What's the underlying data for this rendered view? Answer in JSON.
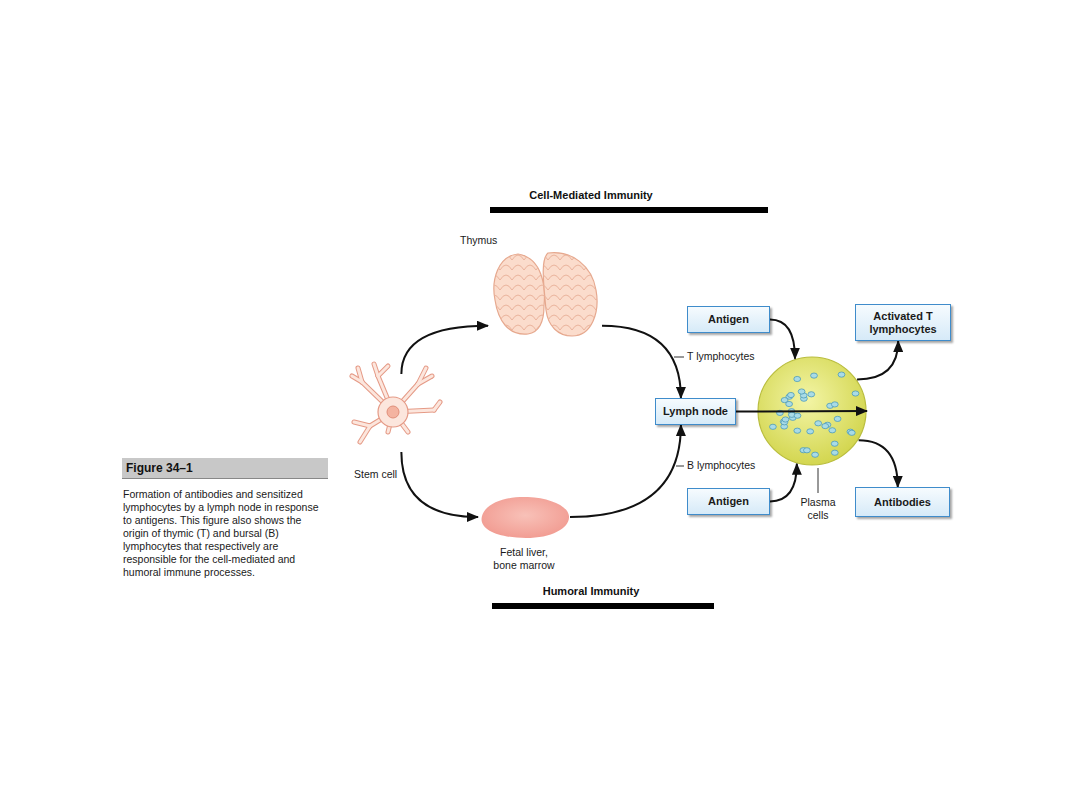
{
  "diagram": {
    "caption": "Formation of antibodies and sensitized lymphocytes by a lymph node in response to antigens. This figure also shows the origin of thymic (T) and bursal (B) lymphocytes that respectively are responsible for the cell-mediated and humoral immune processes.",
    "nodes": [
      {
        "text": [
          "Thymus"
        ]
      },
      {
        "text": [
          "Antigen"
        ]
      },
      {
        "text": [
          "Activated T lymphocytes"
        ]
      },
      {
        "text": [
          "Stem cell"
        ]
      },
      {
        "text": [
          "Lymph node"
        ]
      },
      {
        "text": [
          "Plasma cells"
        ]
      },
      {
        "text": [
          "Fetal liver, bone marrow"
        ]
      },
      {
        "text": [
          "Antigen"
        ]
      },
      {
        "text": [
          "Antibodies"
        ]
      }
    ],
    "edges": [
      {
        "from": 3,
        "to": 0,
        "arrow": "to"
      },
      {
        "from": 3,
        "to": 6,
        "arrow": "to"
      },
      {
        "from": 0,
        "to": 4,
        "label": "T lymphocytes",
        "arrow": "to"
      },
      {
        "from": 6,
        "to": 4,
        "label": "B lymphocytes",
        "arrow": "to"
      },
      {
        "from": 4,
        "to": 5,
        "arrow": "to"
      },
      {
        "from": 1,
        "to": 5,
        "arrow": "to"
      },
      {
        "from": 7,
        "to": 5,
        "arrow": "to"
      },
      {
        "from": 5,
        "to": 2,
        "arrow": "to"
      },
      {
        "from": 5,
        "to": 8,
        "arrow": "to"
      }
    ],
    "labels": [
      "Cell-Mediated Immunity",
      "Humoral Immunity",
      "Figure 34–1"
    ]
  }
}
